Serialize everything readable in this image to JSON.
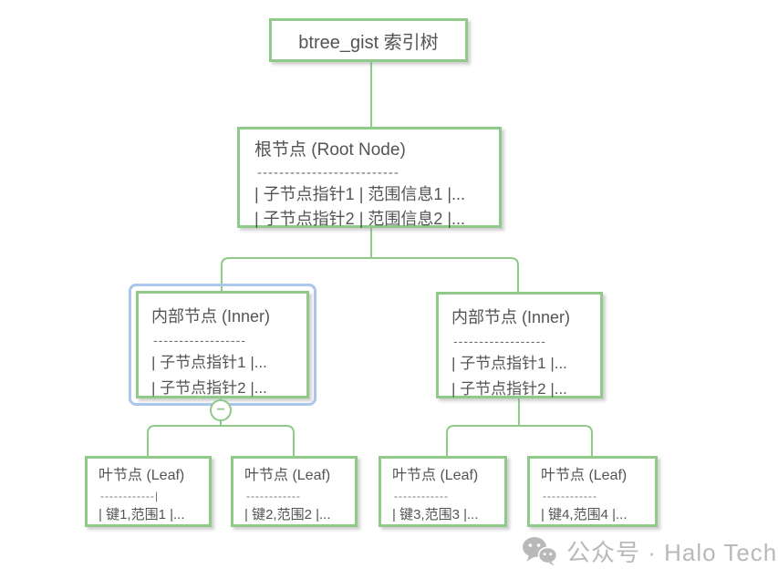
{
  "diagram_title_node": {
    "label": "btree_gist 索引树"
  },
  "root_node": {
    "title": "根节点 (Root Node)",
    "separator": "--------------------------",
    "rows": [
      "| 子节点指针1 | 范围信息1 |...",
      "| 子节点指针2 | 范围信息2 |..."
    ]
  },
  "inner_nodes": [
    {
      "title": "内部节点 (Inner)",
      "separator": "------------------",
      "rows": [
        "| 子节点指针1 |...",
        "| 子节点指针2 |..."
      ],
      "selected": true
    },
    {
      "title": "内部节点 (Inner)",
      "separator": "------------------",
      "rows": [
        "| 子节点指针1 |...",
        "| 子节点指针2 |..."
      ],
      "selected": false
    }
  ],
  "leaf_nodes": [
    {
      "title": "叶节点 (Leaf)",
      "separator": "------------|",
      "row": "| 键1,范围1 |..."
    },
    {
      "title": "叶节点 (Leaf)",
      "separator": "------------",
      "row": "| 键2,范围2 |..."
    },
    {
      "title": "叶节点 (Leaf)",
      "separator": "------------",
      "row": "| 键3,范围3 |..."
    },
    {
      "title": "叶节点 (Leaf)",
      "separator": "------------",
      "row": "| 键4,范围4 |..."
    }
  ],
  "collapse_button": {
    "label": "−"
  },
  "watermark": {
    "icon": "wechat-icon",
    "text": "公众号 · Halo Tech"
  },
  "colors": {
    "node_border": "#8fca89",
    "connector": "#8fca89",
    "selection_border": "#aac7ec",
    "text": "#545454",
    "separator_text": "#6e6e6e",
    "watermark_text": "#b9b9b9",
    "background": "#ffffff"
  }
}
